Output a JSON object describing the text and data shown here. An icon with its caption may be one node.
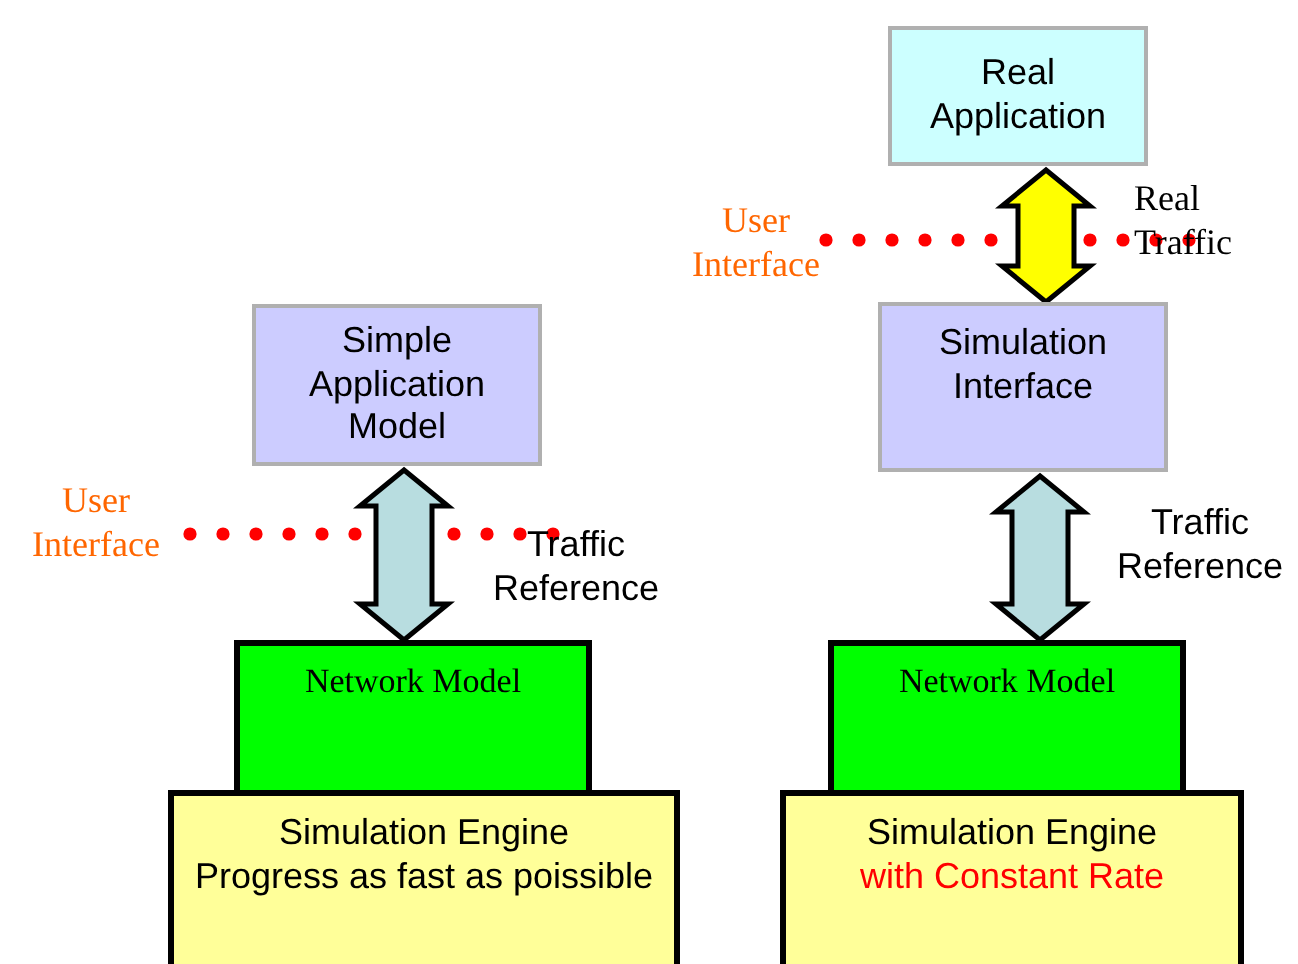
{
  "diagram": {
    "nodes": [
      {
        "text": [
          "Simple Application Model"
        ]
      },
      {
        "text": [
          "Network Model"
        ]
      },
      {
        "text": [
          "Simulation Engine",
          "Progress as fast as poissible"
        ]
      },
      {
        "text": [
          "Real Application"
        ]
      },
      {
        "text": [
          "Simulation Interface"
        ]
      },
      {
        "text": [
          "Network Model"
        ]
      },
      {
        "text": [
          "Simulation Engine",
          "with Constant Rate"
        ]
      }
    ],
    "edges": [
      {
        "from": 0,
        "to": 1,
        "arrow": "both",
        "label": "Traffic Reference"
      },
      {
        "from": 3,
        "to": 4,
        "arrow": "both",
        "label": "Real Traffic",
        "color": "#ffff00"
      },
      {
        "from": 4,
        "to": 5,
        "arrow": "both",
        "label": "Traffic Reference"
      }
    ],
    "labels": [
      "User Interface",
      "User Interface"
    ]
  }
}
